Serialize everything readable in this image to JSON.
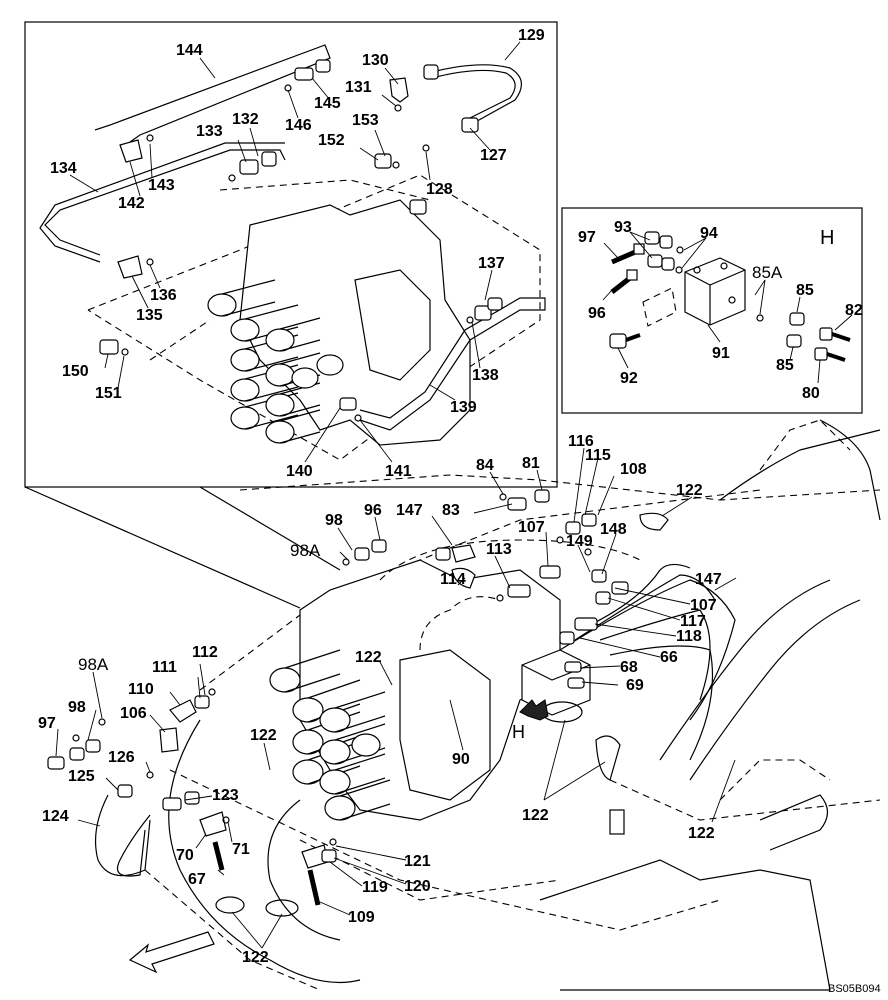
{
  "diagram": {
    "drawing_code": "BS05B094",
    "detail_letter": "H",
    "main_arrow_label": "H",
    "inset_callouts": [
      "144",
      "130",
      "129",
      "131",
      "145",
      "146",
      "153",
      "133",
      "132",
      "152",
      "127",
      "143",
      "128",
      "134",
      "142",
      "137",
      "136",
      "135",
      "150",
      "151",
      "138",
      "139",
      "140",
      "141"
    ],
    "detail_callouts": [
      "97",
      "93",
      "94",
      "85A",
      "85",
      "82",
      "96",
      "91",
      "92",
      "85",
      "80"
    ],
    "main_callouts": [
      "116",
      "84",
      "81",
      "115",
      "108",
      "122",
      "98",
      "96",
      "147",
      "83",
      "107",
      "149",
      "148",
      "98A",
      "113",
      "147",
      "114",
      "107",
      "117",
      "118",
      "112",
      "66",
      "98A",
      "111",
      "122",
      "68",
      "110",
      "69",
      "98",
      "106",
      "97",
      "122",
      "126",
      "90",
      "125",
      "123",
      "124",
      "122",
      "122",
      "70",
      "71",
      "121",
      "67",
      "119",
      "120",
      "109",
      "122"
    ]
  }
}
